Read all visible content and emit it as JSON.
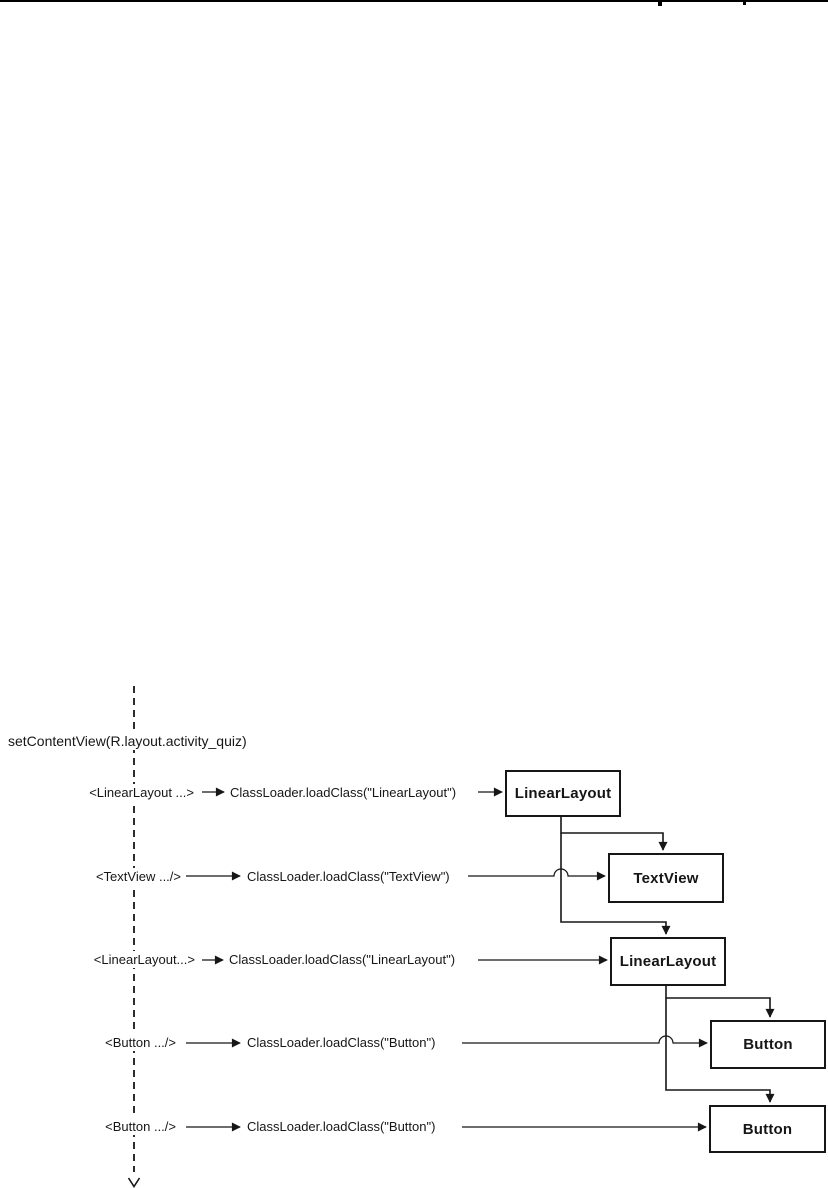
{
  "colors": {
    "ink": "#161616",
    "background": "#ffffff"
  },
  "icons": {
    "arrow_right": "filled-triangle-right-arrowhead",
    "arrow_down": "filled-triangle-down-arrowhead",
    "lifeline_end": "open-chevron-down-arrow"
  },
  "diagram": {
    "lifeline_label": "setContentView(R.layout.activity_quiz)",
    "rows": [
      {
        "xml": "<LinearLayout ...>",
        "call": "ClassLoader.loadClass(\"LinearLayout\")",
        "box": "LinearLayout"
      },
      {
        "xml": "<TextView .../>",
        "call": "ClassLoader.loadClass(\"TextView\")",
        "box": "TextView"
      },
      {
        "xml": "<LinearLayout...>",
        "call": "ClassLoader.loadClass(\"LinearLayout\")",
        "box": "LinearLayout"
      },
      {
        "xml": "<Button .../>",
        "call": "ClassLoader.loadClass(\"Button\")",
        "box": "Button"
      },
      {
        "xml": "<Button .../>",
        "call": "ClassLoader.loadClass(\"Button\")",
        "box": "Button"
      }
    ]
  }
}
